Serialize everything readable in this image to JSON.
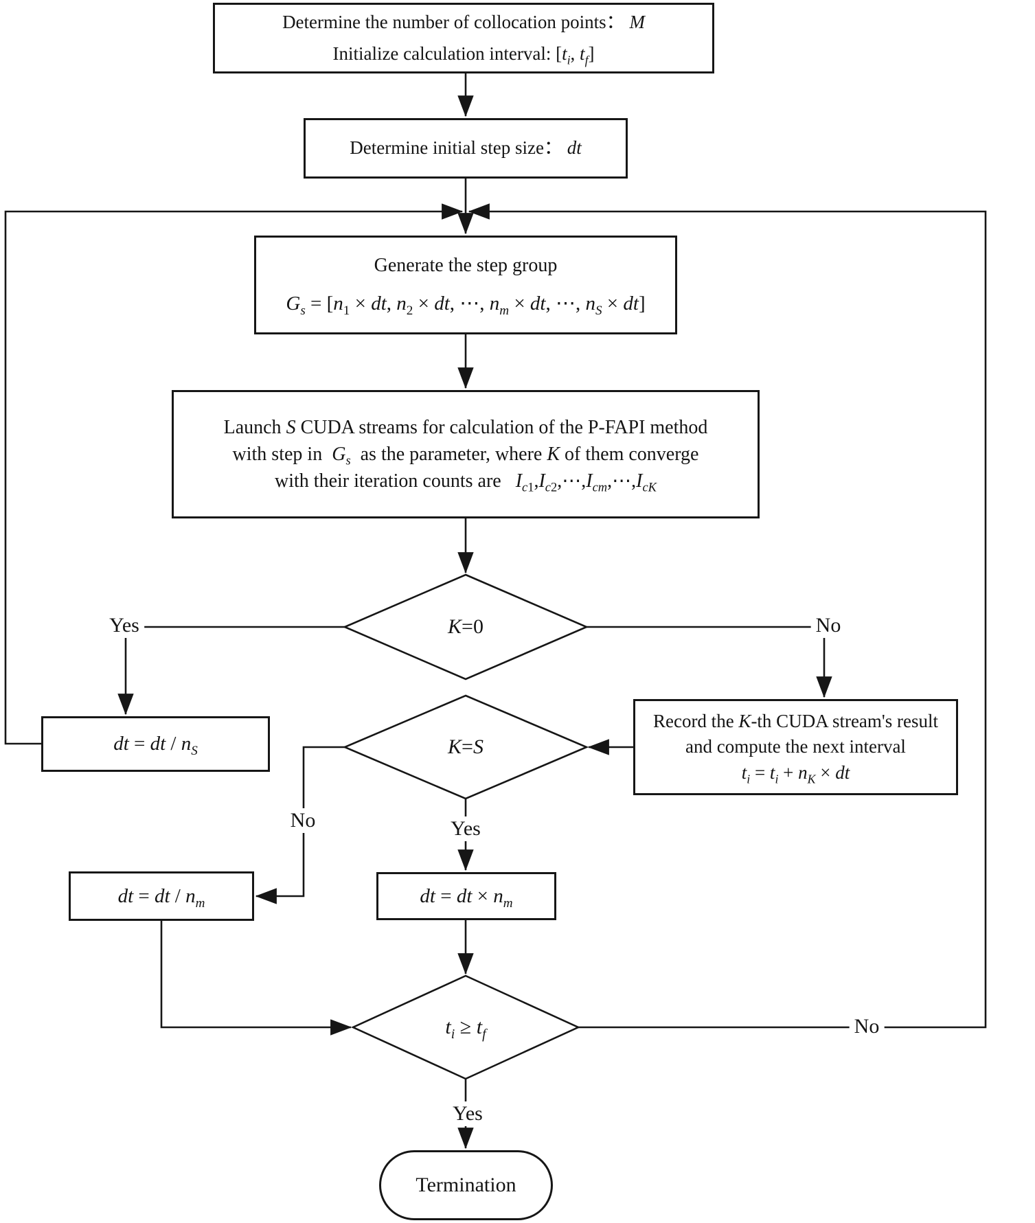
{
  "nodes": {
    "start": {
      "line1": "Determine the number of collocation points： <i>M</i>",
      "line2": "Initialize calculation interval: [<i>t</i><sub><i>i</i></sub>, <i>t</i><sub><i>f</i></sub>]"
    },
    "step_size": {
      "text": "Determine initial step size： <i>dt</i>"
    },
    "step_group": {
      "title": "Generate the step group",
      "equation": "<i>G</i><sub><i>s</i></sub> = [<i>n</i><sub>1</sub> × <i>dt</i>, <i>n</i><sub>2</sub> × <i>dt</i>, ⋯, <i>n</i><sub><i>m</i></sub> × <i>dt</i>, ⋯, <i>n</i><sub><i>S</i></sub> × <i>dt</i>]"
    },
    "launch": {
      "line1": "Launch <i>S</i> CUDA streams for calculation of the P-FAPI method",
      "line2": "with step in  <i>G</i><sub><i>s</i></sub>  as the parameter, where <i>K</i> of them converge",
      "line3": "with their iteration counts are   <i>I</i><sub><i>c</i>1</sub>,<i>I</i><sub><i>c</i>2</sub>,⋯,<i>I</i><sub><i>cm</i></sub>,⋯,<i>I</i><sub><i>cK</i></sub>"
    },
    "k_eq_0": {
      "text": "<i>K</i>=0"
    },
    "k_eq_s": {
      "text": "<i>K</i>=<i>S</i>"
    },
    "dt_div_ns": {
      "text": "<i>dt</i> = <i>dt</i> / <i>n</i><sub><i>S</i></sub>"
    },
    "record": {
      "line1": "Record the <i>K</i>-th CUDA stream's result",
      "line2": "and compute the next interval",
      "line3": "<i>t</i><sub><i>i</i></sub> = <i>t</i><sub><i>i</i></sub> + <i>n</i><sub><i>K</i></sub> × <i>dt</i>"
    },
    "dt_div_nm": {
      "text": "<i>dt</i> = <i>dt</i> / <i>n</i><sub><i>m</i></sub>"
    },
    "dt_mul_nm": {
      "text": "<i>dt</i> = <i>dt</i> × <i>n</i><sub><i>m</i></sub>"
    },
    "ti_ge_tf": {
      "text": "<i>t</i><sub><i>i</i></sub> ≥ <i>t</i><sub><i>f</i></sub>"
    },
    "termination": {
      "text": "Termination"
    }
  },
  "labels": {
    "k0_yes": "Yes",
    "k0_no": "No",
    "ks_no": "No",
    "ks_yes": "Yes",
    "tf_yes": "Yes",
    "tf_no": "No"
  },
  "colors": {
    "line": "#161616",
    "background": "#ffffff"
  }
}
